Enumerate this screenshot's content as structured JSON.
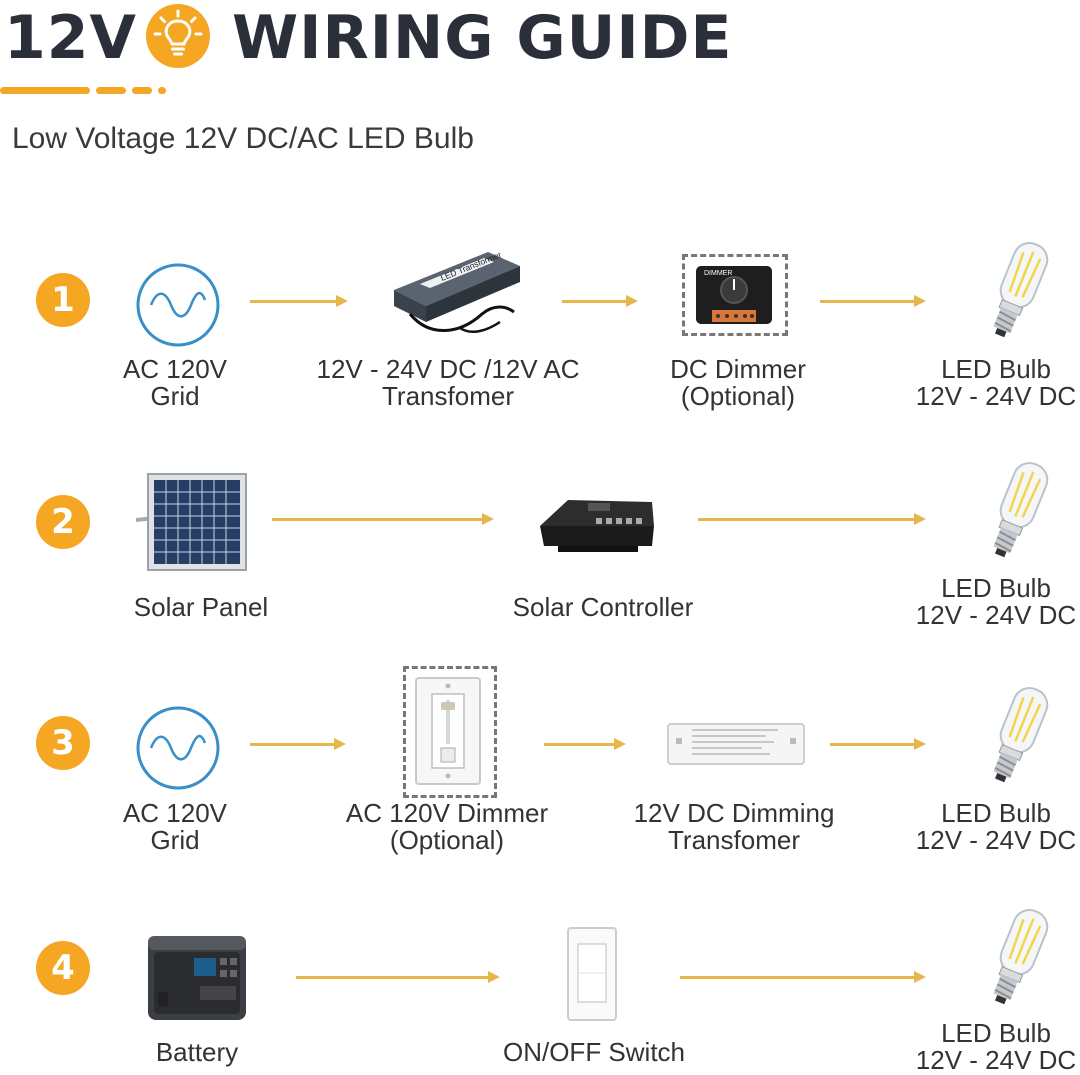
{
  "header": {
    "title_left": "12V",
    "title_right": "WIRING GUIDE",
    "subtitle": "Low Voltage 12V DC/AC LED Bulb"
  },
  "colors": {
    "accent": "#f5a623",
    "arrow": "#e6b64b",
    "title": "#2b2f3a",
    "grid_icon": "#3a8ec9"
  },
  "rows": [
    {
      "number": "1",
      "items": [
        {
          "icon": "ac-grid-icon",
          "line1": "AC 120V",
          "line2": "Grid"
        },
        {
          "icon": "led-transformer-icon",
          "device_text": "LED Transformer",
          "line1": "12V - 24V DC /12V AC",
          "line2": "Transfomer"
        },
        {
          "icon": "dc-dimmer-icon",
          "device_text": "DIMMER",
          "line1": "DC Dimmer",
          "line2": "(Optional)"
        },
        {
          "icon": "led-bulb-icon",
          "line1": "LED Bulb",
          "line2": "12V - 24V DC"
        }
      ]
    },
    {
      "number": "2",
      "items": [
        {
          "icon": "solar-panel-icon",
          "line1": "Solar Panel"
        },
        {
          "icon": "solar-controller-icon",
          "line1": "Solar Controller"
        },
        {
          "icon": "led-bulb-icon",
          "line1": "LED Bulb",
          "line2": "12V - 24V DC"
        }
      ]
    },
    {
      "number": "3",
      "items": [
        {
          "icon": "ac-grid-icon",
          "line1": "AC 120V",
          "line2": "Grid"
        },
        {
          "icon": "wall-dimmer-icon",
          "line1": "AC 120V Dimmer",
          "line2": "(Optional)"
        },
        {
          "icon": "dimming-transformer-icon",
          "line1": "12V DC Dimming",
          "line2": "Transfomer"
        },
        {
          "icon": "led-bulb-icon",
          "line1": "LED Bulb",
          "line2": "12V - 24V DC"
        }
      ]
    },
    {
      "number": "4",
      "items": [
        {
          "icon": "battery-icon",
          "line1": "Battery"
        },
        {
          "icon": "switch-icon",
          "line1": "ON/OFF Switch"
        },
        {
          "icon": "led-bulb-icon",
          "line1": "LED Bulb",
          "line2": "12V - 24V DC"
        }
      ]
    }
  ]
}
